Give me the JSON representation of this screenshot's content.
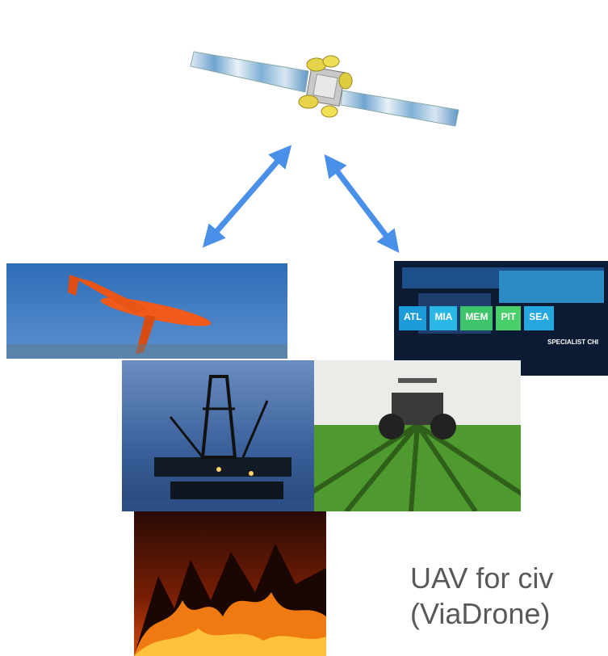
{
  "scene": {
    "items": [
      {
        "name": "satellite",
        "icon": "satellite-icon"
      },
      {
        "name": "uav-aircraft",
        "icon": "drone-icon"
      },
      {
        "name": "control-center",
        "icon": "display-wall-icon"
      },
      {
        "name": "offshore-oil-rig",
        "icon": "oil-rig-icon"
      },
      {
        "name": "farm-tractor",
        "icon": "tractor-icon"
      },
      {
        "name": "forest-fire",
        "icon": "fire-icon"
      }
    ],
    "arrow_color": "#4a90e8"
  },
  "control_center": {
    "tiles": [
      "ATL",
      "MIA",
      "MEM",
      "PIT",
      "SEA"
    ],
    "footer": "SPECIALIST CHI"
  },
  "caption": {
    "line1": "UAV for civ",
    "line2": "(ViaDrone)"
  }
}
